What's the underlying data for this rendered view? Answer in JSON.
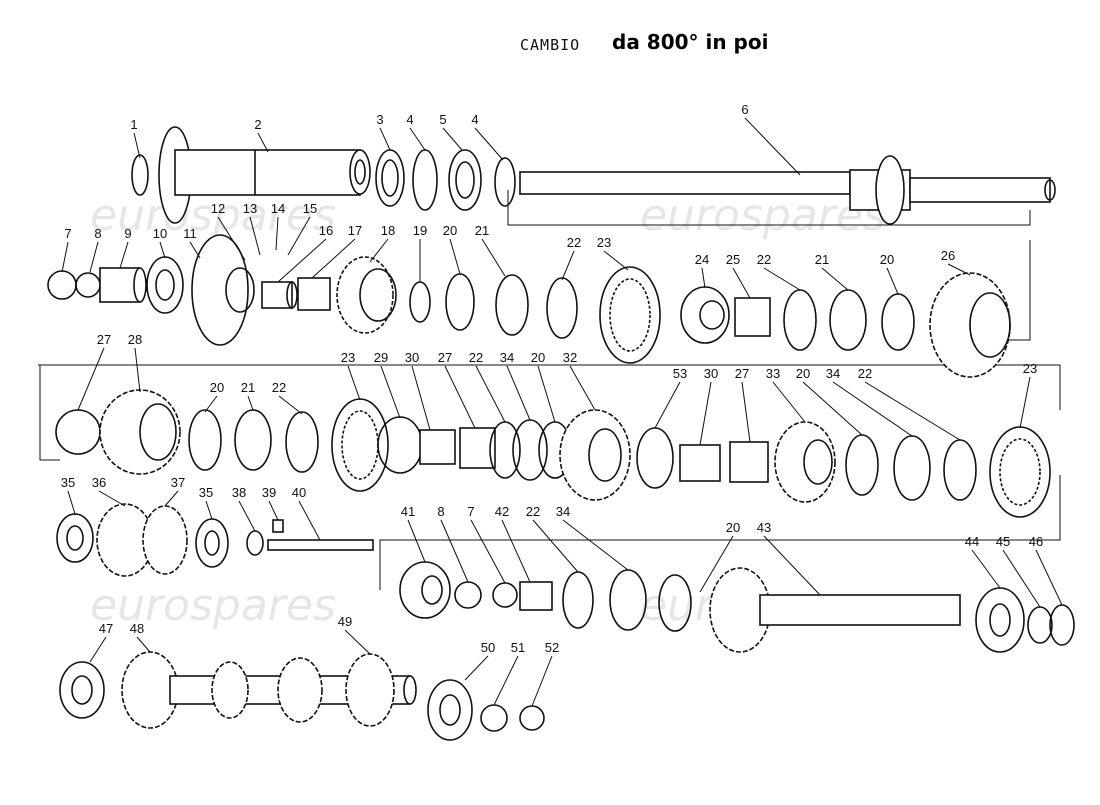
{
  "title": {
    "prefix": "CAMBIO",
    "suffix": "da 800° in poi"
  },
  "watermark": "eurospares",
  "colors": {
    "ink": "#111111",
    "watermark": "#e6e6e6"
  },
  "callouts": [
    "1",
    "2",
    "3",
    "4",
    "5",
    "4",
    "6",
    "7",
    "8",
    "9",
    "10",
    "11",
    "12",
    "13",
    "14",
    "15",
    "16",
    "17",
    "18",
    "19",
    "20",
    "21",
    "22",
    "23",
    "24",
    "25",
    "22",
    "21",
    "20",
    "26",
    "27",
    "28",
    "20",
    "21",
    "22",
    "23",
    "29",
    "30",
    "27",
    "22",
    "34",
    "20",
    "32",
    "53",
    "30",
    "27",
    "33",
    "20",
    "34",
    "22",
    "23",
    "35",
    "36",
    "37",
    "35",
    "38",
    "39",
    "40",
    "41",
    "8",
    "7",
    "42",
    "22",
    "34",
    "20",
    "43",
    "44",
    "45",
    "46",
    "47",
    "48",
    "49",
    "50",
    "51",
    "52"
  ]
}
